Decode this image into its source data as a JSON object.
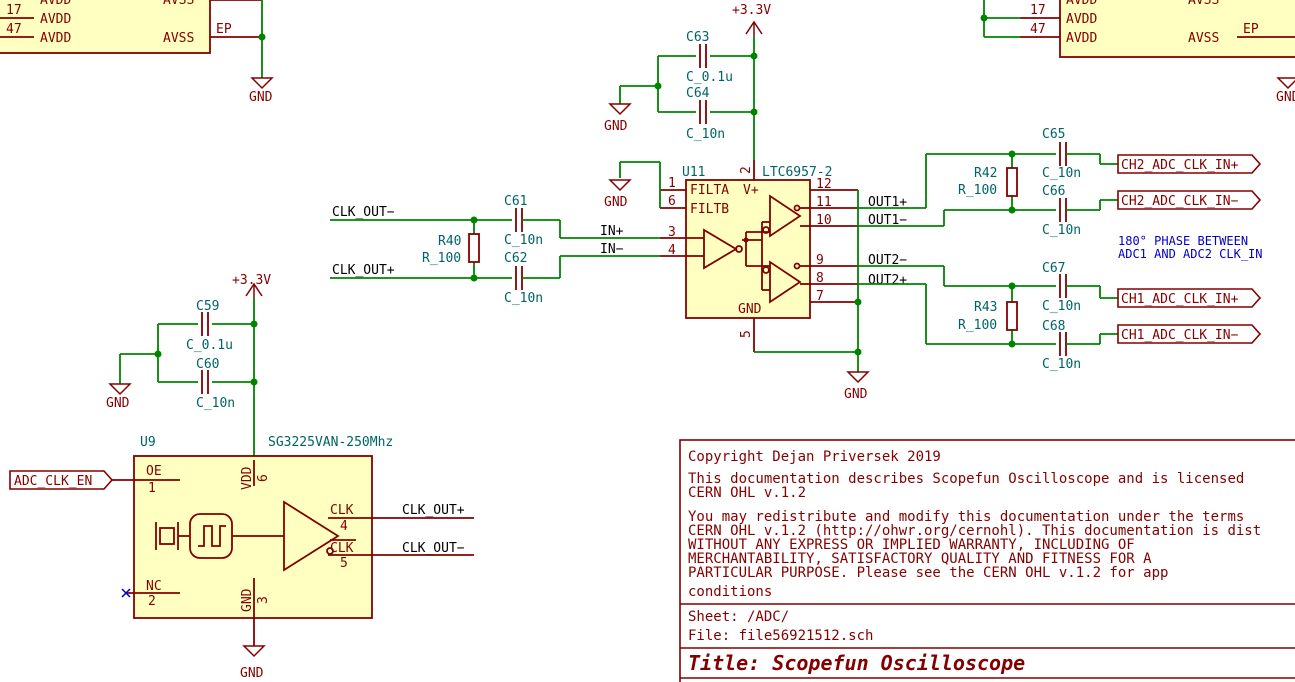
{
  "power": {
    "vcc": "+3.3V",
    "gnd": "GND"
  },
  "partial_top": {
    "pin17": "17",
    "pin47": "47",
    "avdd": "AVDD",
    "avss": "AVSS",
    "ep": "EP"
  },
  "u11": {
    "ref": "U11",
    "value": "LTC6957-2",
    "pins": {
      "filta": "FILTA",
      "filtb": "FILTB",
      "vplus": "V+",
      "gnd": "GND",
      "p1": "1",
      "p6": "6",
      "p3": "3",
      "p4": "4",
      "p2": "2",
      "p5": "5",
      "p12": "12",
      "p11": "11",
      "p10": "10",
      "p9": "9",
      "p8": "8",
      "p7": "7"
    },
    "nets": {
      "inp": "IN+",
      "inn": "IN−",
      "out1p": "OUT1+",
      "out1n": "OUT1−",
      "out2n": "OUT2−",
      "out2p": "OUT2+"
    }
  },
  "caps": {
    "c63": {
      "ref": "C63",
      "val": "C_0.1u"
    },
    "c64": {
      "ref": "C64",
      "val": "C_10n"
    },
    "c61": {
      "ref": "C61",
      "val": "C_10n"
    },
    "c62": {
      "ref": "C62",
      "val": "C_10n"
    },
    "c59": {
      "ref": "C59",
      "val": "C_0.1u"
    },
    "c60": {
      "ref": "C60",
      "val": "C_10n"
    },
    "c65": {
      "ref": "C65",
      "val": "C_10n"
    },
    "c66": {
      "ref": "C66",
      "val": "C_10n"
    },
    "c67": {
      "ref": "C67",
      "val": "C_10n"
    },
    "c68": {
      "ref": "C68",
      "val": "C_10n"
    }
  },
  "resistors": {
    "r40": {
      "ref": "R40",
      "val": "R_100"
    },
    "r42": {
      "ref": "R42",
      "val": "R_100"
    },
    "r43": {
      "ref": "R43",
      "val": "R_100"
    }
  },
  "nets": {
    "clk_out_n": "CLK_OUT−",
    "clk_out_p": "CLK_OUT+"
  },
  "u9": {
    "ref": "U9",
    "value": "SG3225VAN-250Mhz",
    "oe": "OE",
    "p1": "1",
    "vdd": "VDD",
    "p6": "6",
    "clk": "CLK",
    "p4": "4",
    "clkn": "CLK",
    "p5": "5",
    "nc": "NC",
    "p2": "2",
    "gnd": "GND",
    "p3": "3"
  },
  "hier_labels": {
    "adc_clk_en": "ADC_CLK_EN",
    "ch2p": "CH2_ADC_CLK_IN+",
    "ch2n": "CH2_ADC_CLK_IN−",
    "ch1p": "CH1_ADC_CLK_IN+",
    "ch1n": "CH1_ADC_CLK_IN−"
  },
  "note": {
    "line1": "180° PHASE BETWEEN",
    "line2": "ADC1 AND ADC2 CLK_IN"
  },
  "title_block": {
    "copyright": "Copyright Dejan Priversek 2019",
    "desc1": "This documentation describes Scopefun Oscilloscope and is licensed",
    "desc2": "CERN OHL v.1.2",
    "lic1": "You may redistribute and modify this documentation under the terms",
    "lic2": "CERN OHL v.1.2 (http://ohwr.org/cernohl). This documentation is dist",
    "lic3": "WITHOUT  ANY  EXPRESS  OR  IMPLIED  WARRANTY,  INCLUDING  OF",
    "lic4": "MERCHANTABILITY,  SATISFACTORY  QUALITY  AND  FITNESS  FOR  A",
    "lic5": "PARTICULAR  PURPOSE.  Please  see  the  CERN  OHL  v.1.2 for  app",
    "lic6": "conditions",
    "sheet": "Sheet: /ADC/",
    "file": "File: file56921512.sch",
    "title": "Title: Scopefun Oscilloscope"
  }
}
